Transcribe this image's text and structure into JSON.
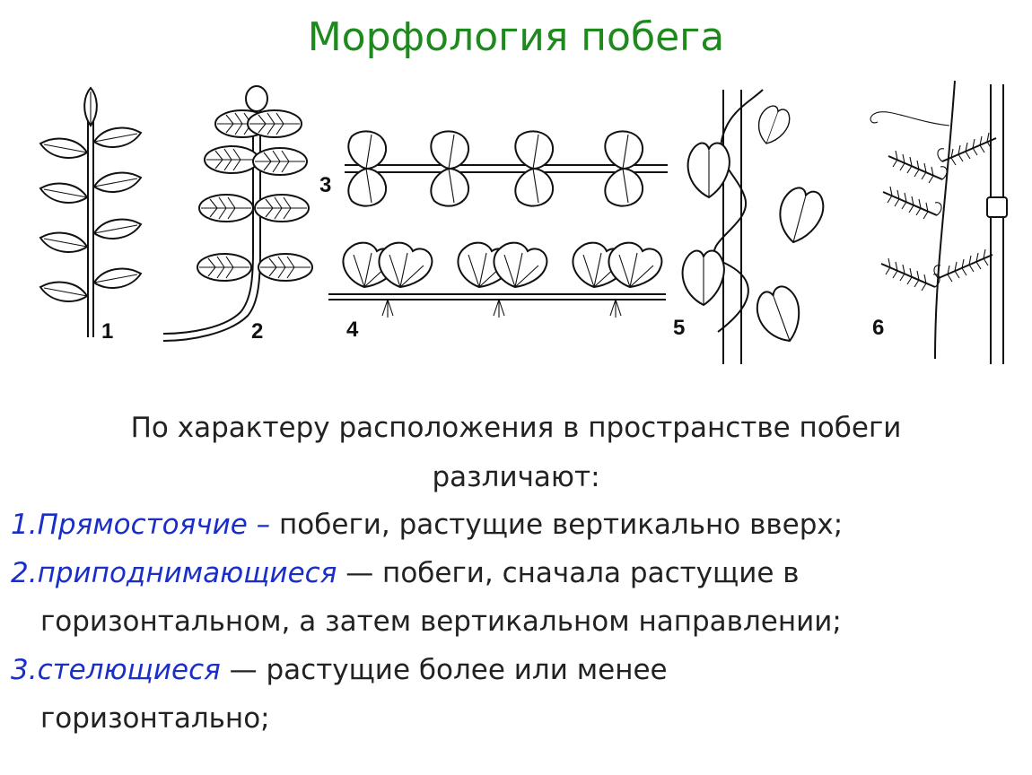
{
  "title": "Морфология побега",
  "figure_labels": [
    "1",
    "2",
    "3",
    "4",
    "5",
    "6"
  ],
  "intro_line1": "По характеру расположения в пространстве побеги",
  "intro_line2": "различают:",
  "items": [
    {
      "term": "1.Прямостоячие –",
      "text": " побеги, растущие вертикально вверх;"
    },
    {
      "term": "2.приподнимающиеся",
      "text": " —  побеги, сначала растущие в",
      "cont": "горизонтальном, а затем вертикальном направлении;"
    },
    {
      "term": "3.стелющиеся",
      "text": " —  растущие более или менее",
      "cont": "горизонтально;"
    }
  ],
  "colors": {
    "title": "#1e8a1e",
    "term": "#1a2ec8",
    "text": "#222222"
  }
}
